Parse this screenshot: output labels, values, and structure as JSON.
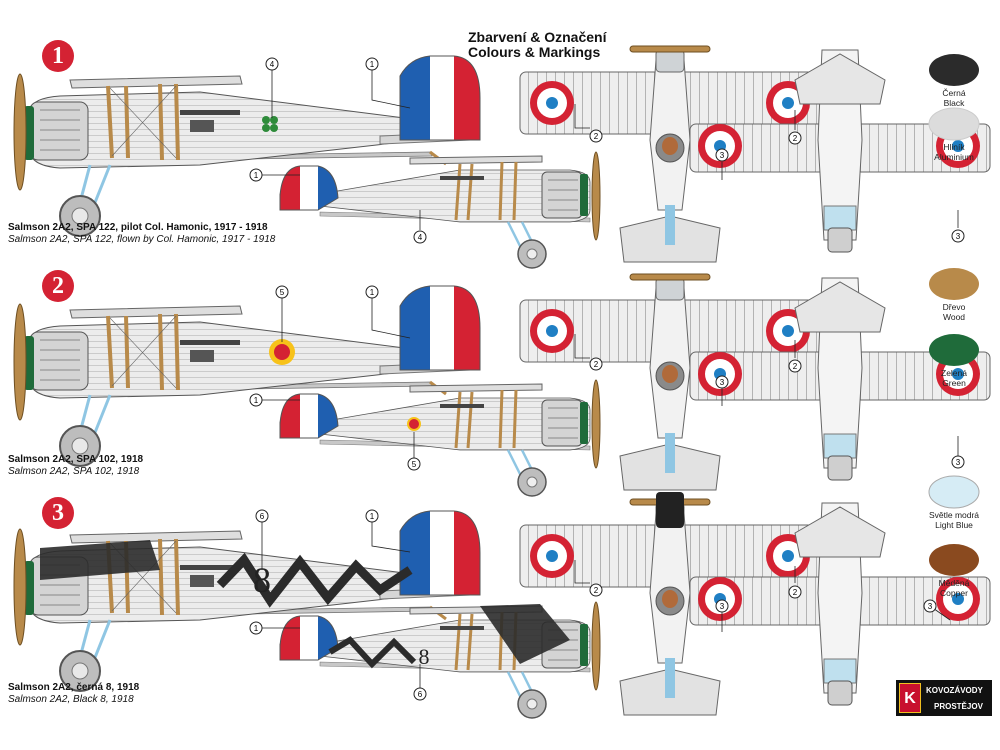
{
  "header": {
    "title_cz": "Zbarvení & Označení",
    "title_en": "Colours & Markings"
  },
  "schemes": [
    {
      "number": "1",
      "caption_cz": "Salmson 2A2, SPA 122, pilot Col. Hamonic, 1917 - 1918",
      "caption_en": "Salmson 2A2, SPA 122, flown by Col. Hamonic, 1917 - 1918",
      "fuselage_code": ""
    },
    {
      "number": "2",
      "caption_cz": "Salmson 2A2, SPA 102, 1918",
      "caption_en": "Salmson 2A2, SPA 102, 1918",
      "fuselage_code": ""
    },
    {
      "number": "3",
      "caption_cz": "Salmson 2A2, černá 8, 1918",
      "caption_en": "Salmson 2A2, Black 8, 1918",
      "fuselage_code": "8"
    }
  ],
  "callouts": [
    "1",
    "2",
    "3",
    "4",
    "5",
    "6"
  ],
  "swatches": [
    {
      "name_cz": "Černá",
      "name_en": "Black",
      "color": "#2b2b2b"
    },
    {
      "name_cz": "Hliník",
      "name_en": "Aluminium",
      "color": "#dcdcdc"
    },
    {
      "name_cz": "Dřevo",
      "name_en": "Wood",
      "color": "#b88a4a"
    },
    {
      "name_cz": "Zelená",
      "name_en": "Green",
      "color": "#1f6b3a"
    },
    {
      "name_cz": "Světle modrá",
      "name_en": "Light Blue",
      "color": "#d6ecf5"
    },
    {
      "name_cz": "Měděná",
      "name_en": "Copper",
      "color": "#8a4a1f"
    }
  ],
  "logo": {
    "line1": "KOVOZÁVODY",
    "line2": "PROSTĚJOV",
    "mark": "K"
  },
  "colors": {
    "roundel_red": "#d42233",
    "roundel_blue": "#1f7fc4",
    "roundel_white": "#ffffff",
    "rudder_blue": "#1f5fb0"
  }
}
